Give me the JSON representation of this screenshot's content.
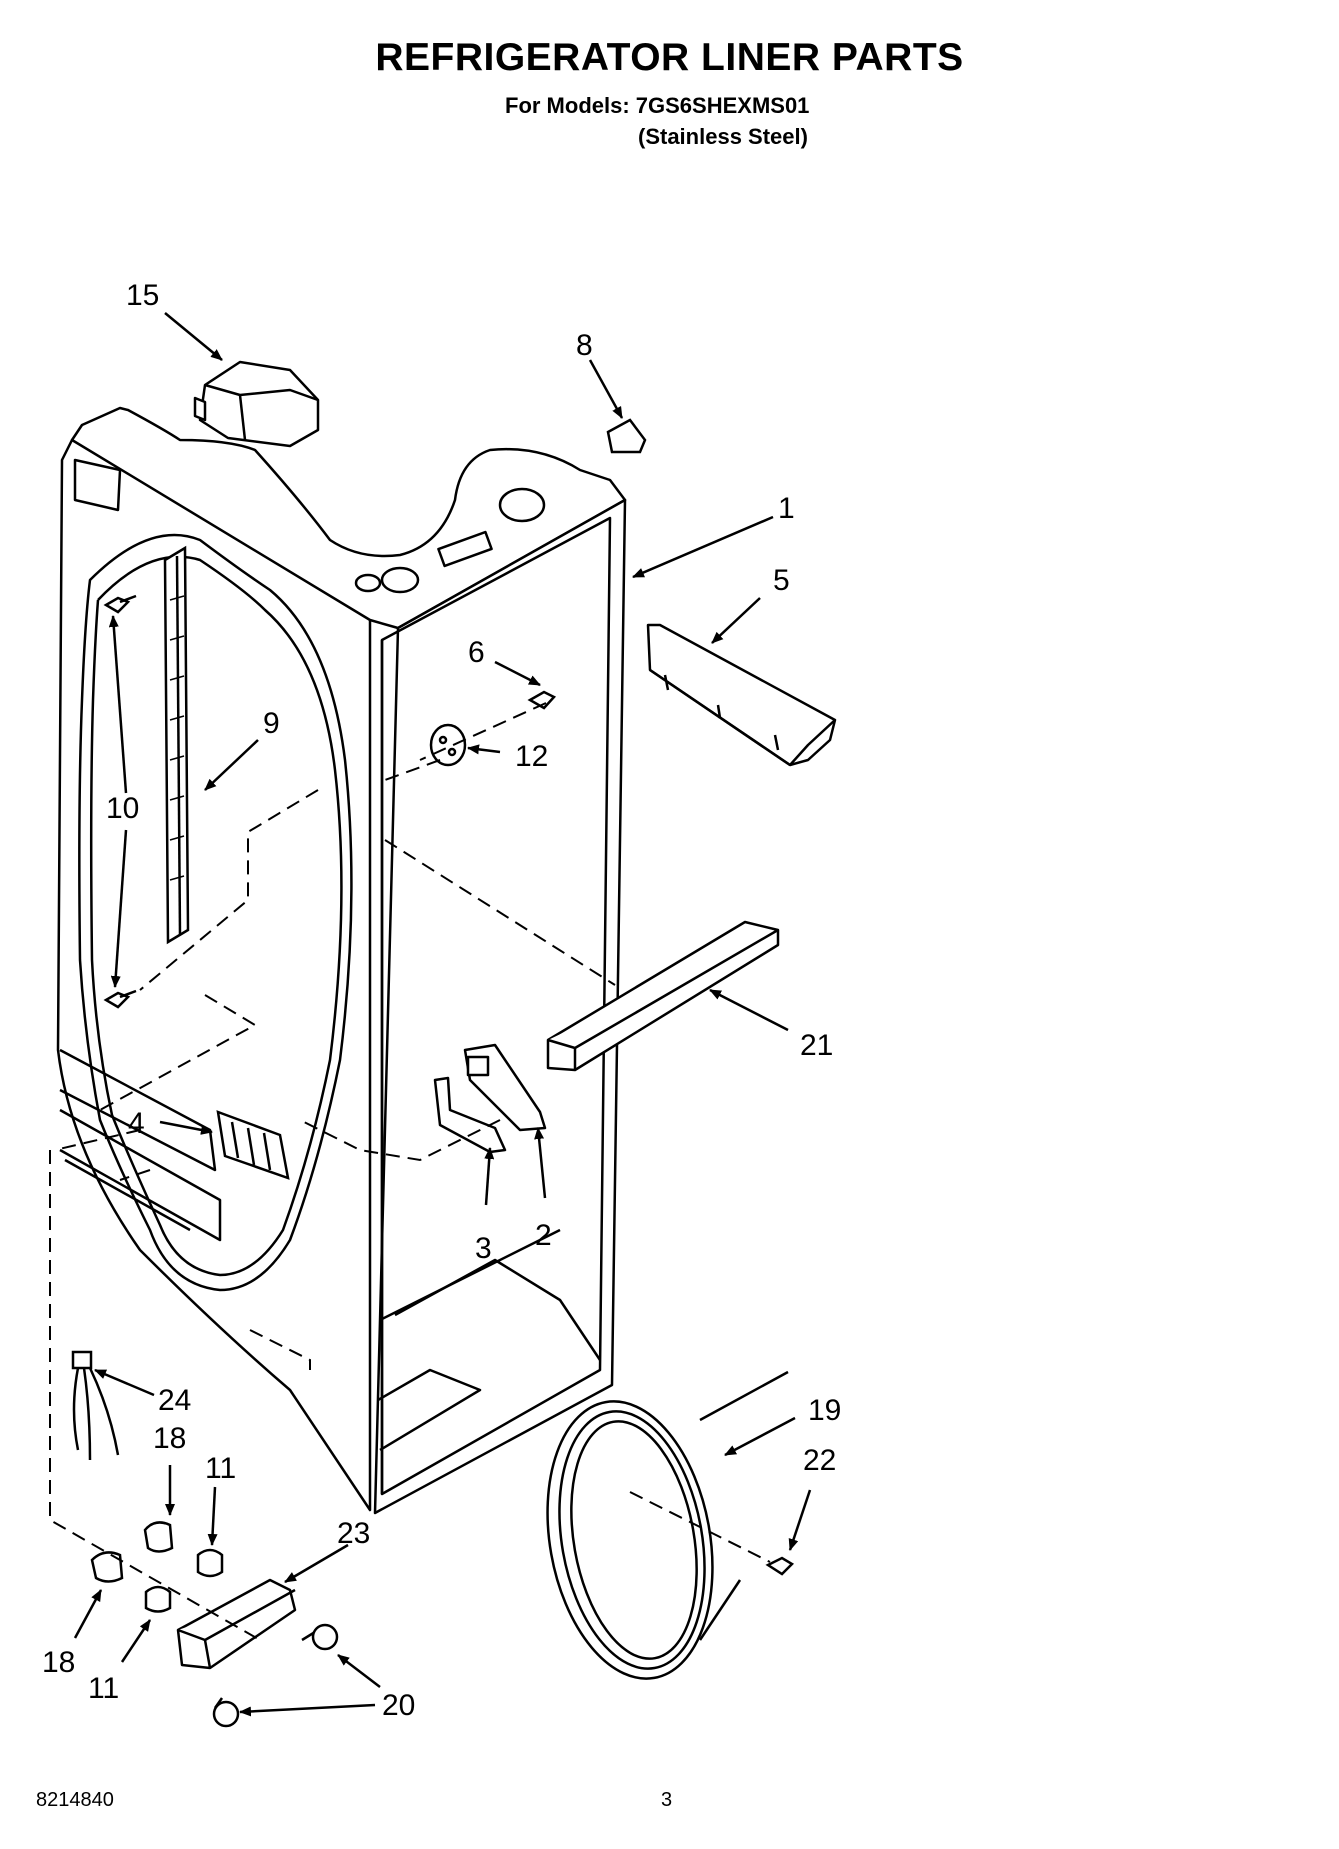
{
  "header": {
    "title": "REFRIGERATOR LINER PARTS",
    "models_line": "For Models: 7GS6SHEXMS01",
    "finish_line": "(Stainless Steel)"
  },
  "footer": {
    "document_number": "8214840",
    "page_number": "3"
  },
  "callouts": {
    "c1": "1",
    "c2": "2",
    "c3": "3",
    "c4": "4",
    "c5": "5",
    "c6": "6",
    "c8": "8",
    "c9": "9",
    "c10": "10",
    "c11a": "11",
    "c11b": "11",
    "c12": "12",
    "c15": "15",
    "c18a": "18",
    "c18b": "18",
    "c19": "19",
    "c20": "20",
    "c21": "21",
    "c22": "22",
    "c23": "23",
    "c24": "24"
  }
}
